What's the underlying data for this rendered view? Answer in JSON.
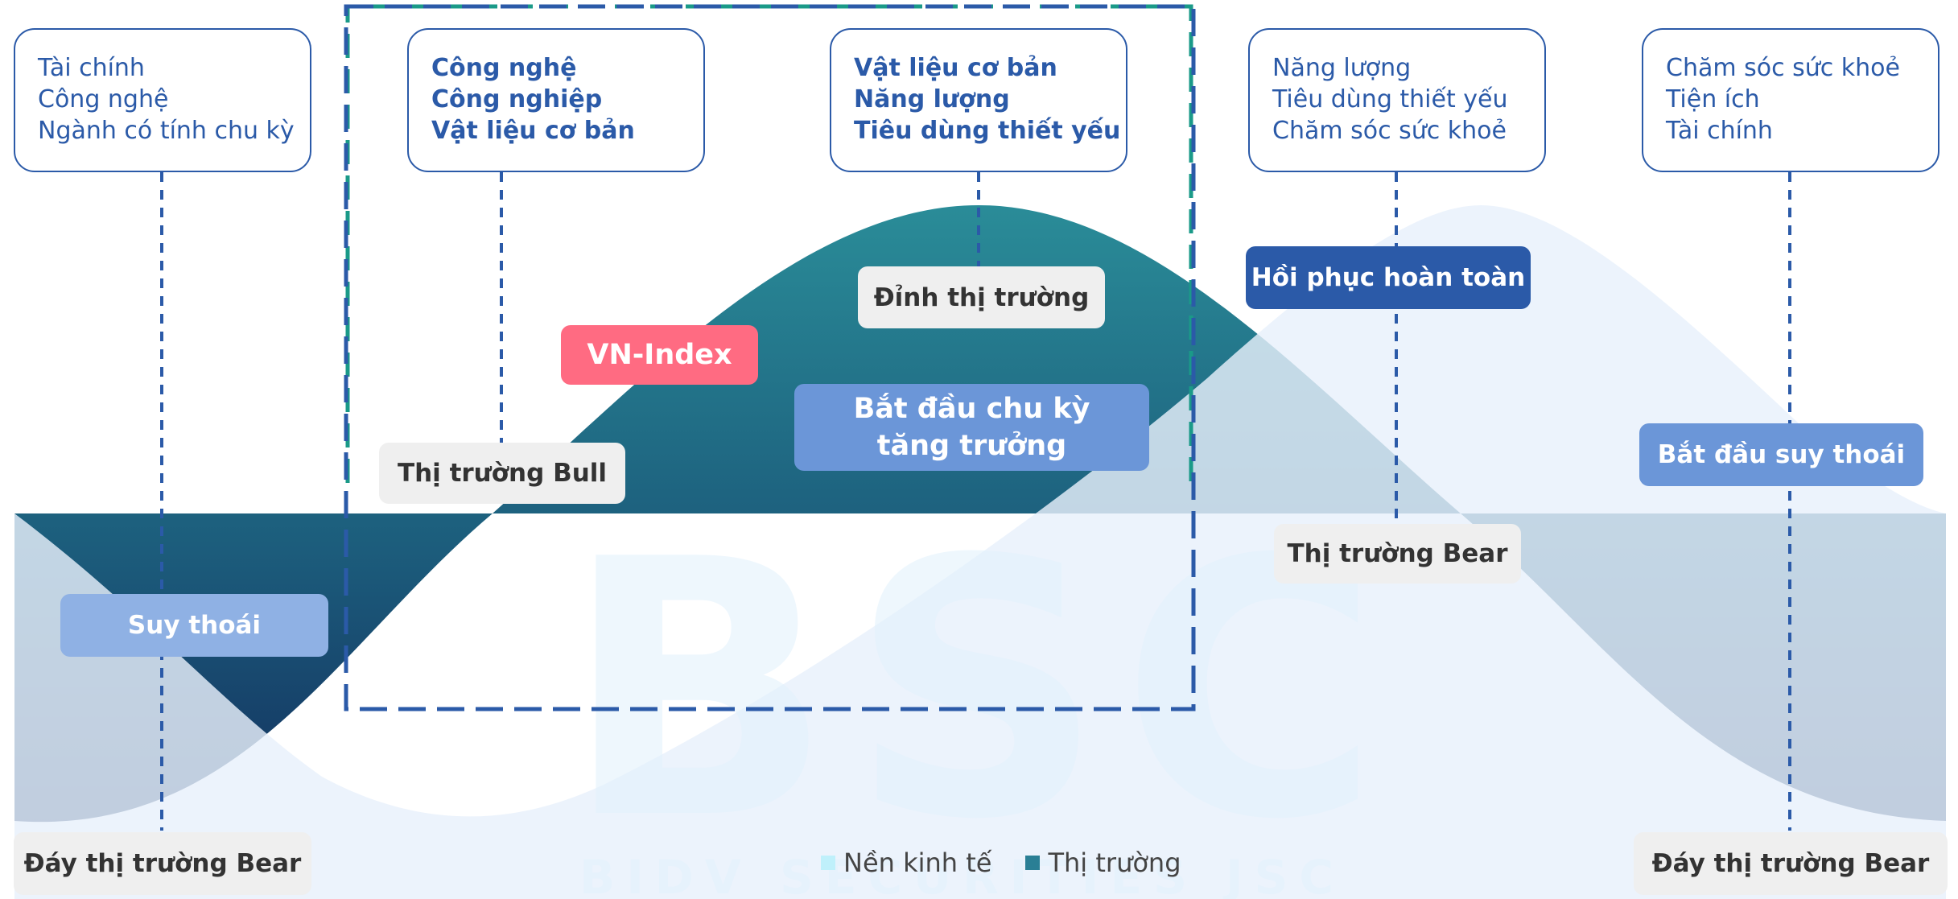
{
  "sector_boxes": [
    {
      "items": [
        "Tài chính",
        "Công nghệ",
        "Ngành có tính chu kỳ"
      ],
      "bold": false
    },
    {
      "items": [
        "Công nghệ",
        "Công nghiệp",
        "Vật liệu cơ bản"
      ],
      "bold": true
    },
    {
      "items": [
        "Vật liệu cơ bản",
        "Năng lượng",
        "Tiêu dùng thiết yếu"
      ],
      "bold": true
    },
    {
      "items": [
        "Năng lượng",
        "Tiêu dùng thiết yếu",
        "Chăm sóc sức khoẻ"
      ],
      "bold": false
    },
    {
      "items": [
        "Chăm sóc sức khoẻ",
        "Tiện ích",
        "Tài chính"
      ],
      "bold": false
    }
  ],
  "labels": {
    "recession": "Suy thoái",
    "bull_market": "Thị trường Bull",
    "vn_index": "VN-Index",
    "market_peak": "Đỉnh thị trường",
    "growth_start": "Bắt đầu chu kỳ tăng trưởng",
    "full_recovery": "Hồi phục hoàn toàn",
    "bear_market": "Thị trường Bear",
    "recession_start": "Bắt đầu suy thoái",
    "bear_bottom_left": "Đáy thị trường Bear",
    "bear_bottom_right": "Đáy thị trường Bear"
  },
  "legend": [
    {
      "label": "Nền kinh tế",
      "color": "#bff0fb"
    },
    {
      "label": "Thị trường",
      "color": "#2a7f95"
    }
  ],
  "watermark": {
    "logo": "BSC",
    "caption": "BIDV SECURITIES JSC"
  },
  "colors": {
    "market_wave_top": "#2a8c98",
    "market_wave_bottom": "#13315f",
    "economy_wave": "#e6f0fb",
    "accent_blue": "#2b5aa8",
    "highlight_frame": "#1a9a88"
  }
}
